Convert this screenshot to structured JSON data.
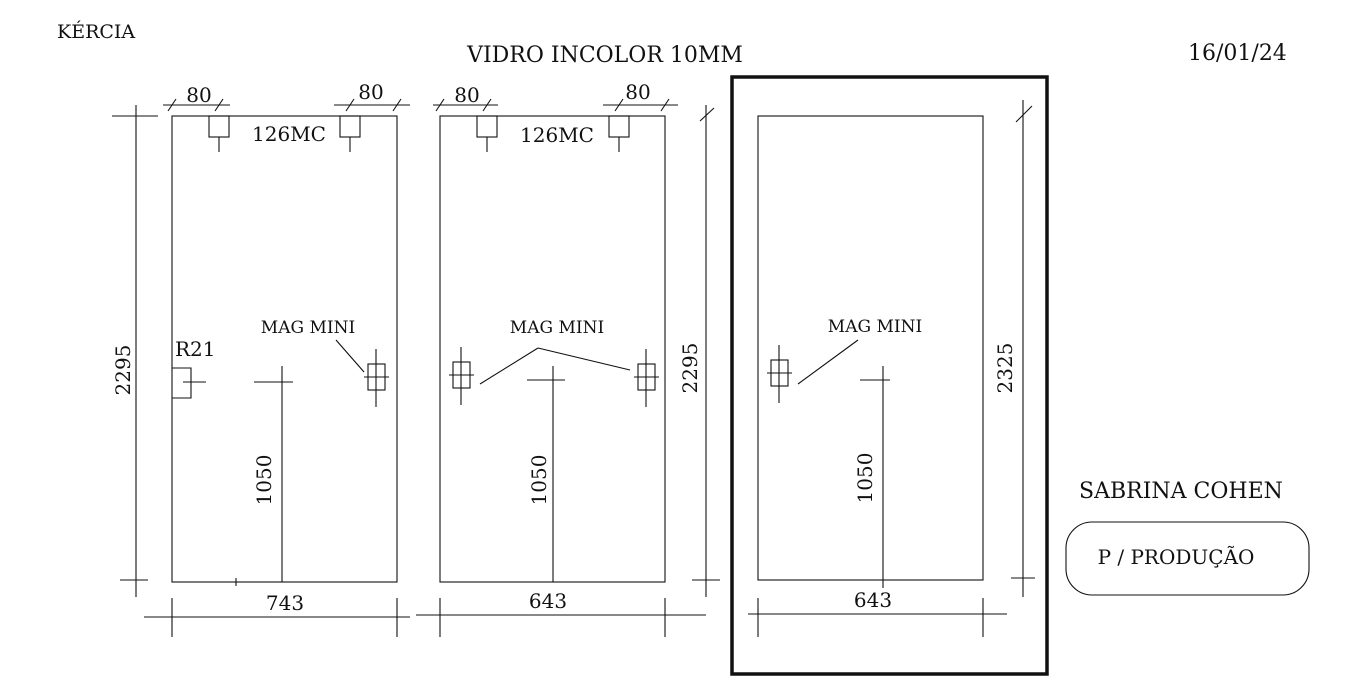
{
  "header": {
    "client": "KÉRCIA",
    "title": "VIDRO INCOLOR 10MM",
    "date": "16/01/24"
  },
  "footer": {
    "name": "SABRINA COHEN",
    "stamp": "P / PRODUÇÃO"
  },
  "panels": [
    {
      "width": "743",
      "height": "2295",
      "top_offsets": [
        "80",
        "80"
      ],
      "top_label": "126MC",
      "mag_label": "MAG MINI",
      "corner_label": "R21",
      "handle_height": "1050"
    },
    {
      "width": "643",
      "height": "2295",
      "top_offsets": [
        "80",
        "80"
      ],
      "top_label": "126MC",
      "mag_label": "MAG MINI",
      "handle_height": "1050"
    },
    {
      "width": "643",
      "height": "2325",
      "mag_label": "MAG MINI",
      "handle_height": "1050"
    }
  ]
}
